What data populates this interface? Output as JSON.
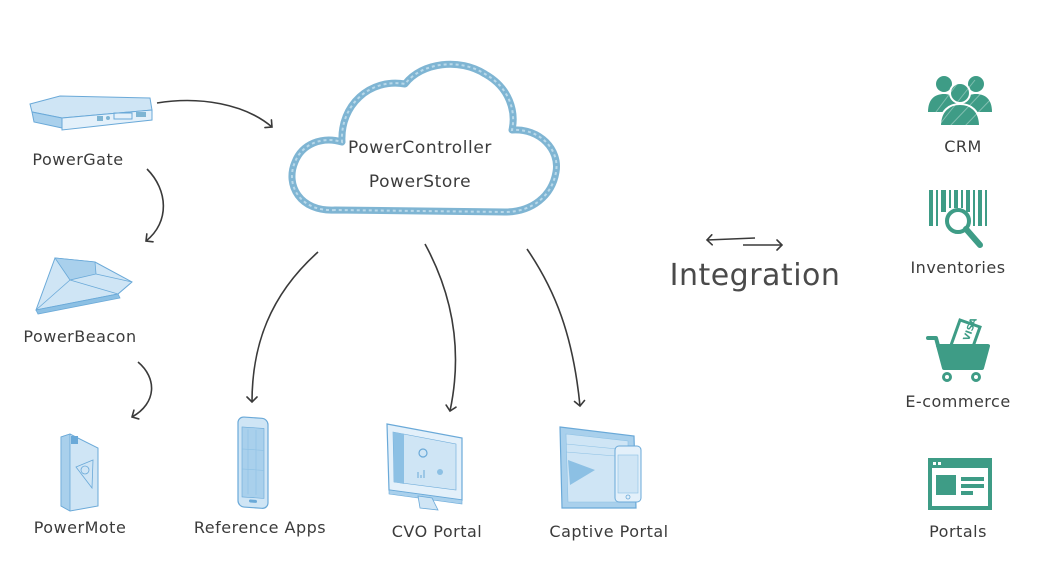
{
  "colors": {
    "device_blue": "#9fcbea",
    "device_blue_dark": "#6aa9d8",
    "cloud_blue": "#7fb5d3",
    "integration_green": "#3e9c86",
    "arrow_gray": "#3a3a3a",
    "text_gray": "#3b3b3b"
  },
  "cloud": {
    "line1": "PowerController",
    "line2": "PowerStore"
  },
  "devices": {
    "powergate": {
      "label": "PowerGate",
      "icon": "router-icon"
    },
    "powerbeacon": {
      "label": "PowerBeacon",
      "icon": "beacon-icon"
    },
    "powermote": {
      "label": "PowerMote",
      "icon": "remote-device-icon"
    },
    "reference_apps": {
      "label": "Reference Apps",
      "icon": "smartphone-icon"
    },
    "cvo_portal": {
      "label": "CVO Portal",
      "icon": "desktop-monitor-icon"
    },
    "captive_portal": {
      "label": "Captive Portal",
      "icon": "tablet-phone-icon"
    }
  },
  "integration": {
    "label": "Integration",
    "icon": "bidirectional-arrow-icon"
  },
  "integrations": [
    {
      "label": "CRM",
      "icon": "users-group-icon"
    },
    {
      "label": "Inventories",
      "icon": "barcode-search-icon"
    },
    {
      "label": "E-commerce",
      "icon": "shopping-cart-card-icon",
      "card_text": "VISA"
    },
    {
      "label": "Portals",
      "icon": "web-page-icon"
    }
  ]
}
